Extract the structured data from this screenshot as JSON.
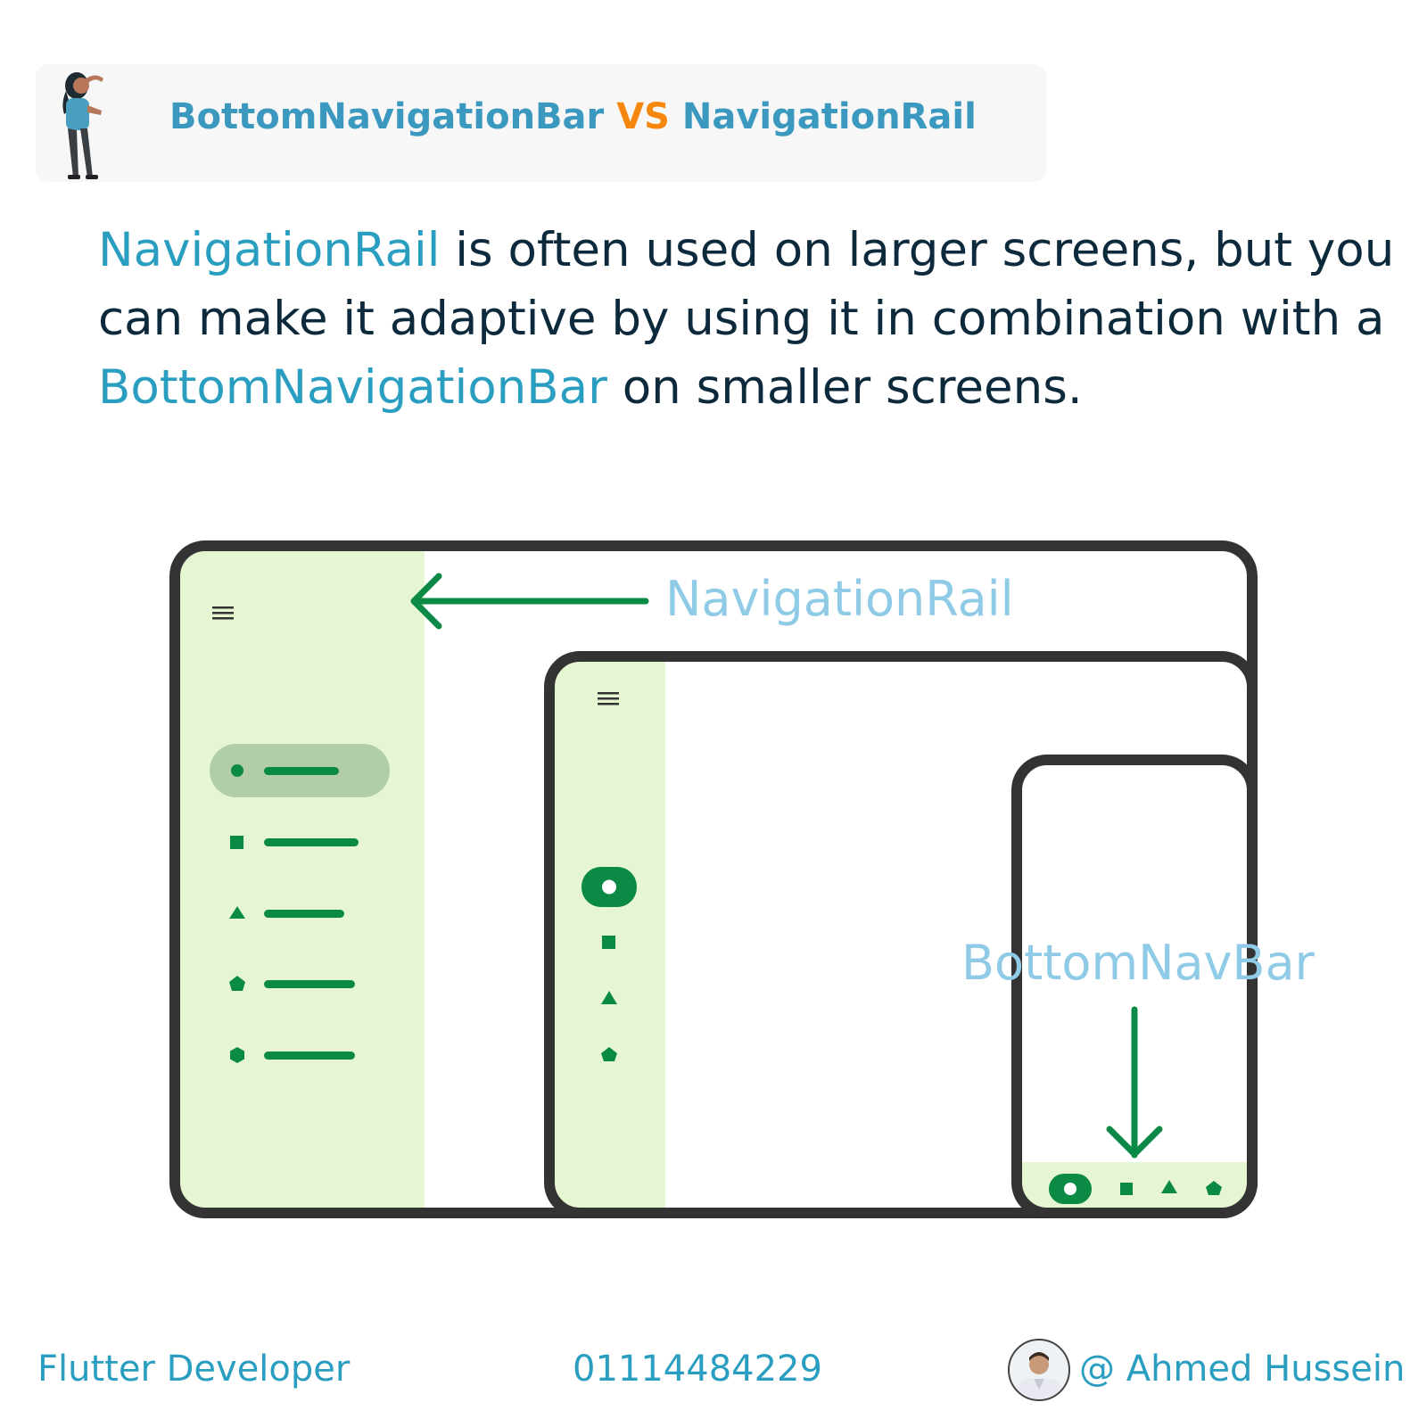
{
  "header": {
    "title_left": "BottomNavigationBar",
    "title_vs": "VS",
    "title_right": "NavigationRail"
  },
  "intro": {
    "highlight_1": "NavigationRail",
    "text_1": " is often used on larger screens, but you can make it adaptive by using it in combination with a ",
    "highlight_2": "BottomNavigationBar",
    "text_2": " on smaller screens."
  },
  "diagram": {
    "label_rail": "NavigationRail",
    "label_bottom": "BottomNavBar"
  },
  "footer": {
    "role": "Flutter Developer",
    "phone": "01114484229",
    "author": "@ Ahmed Hussein"
  },
  "colors": {
    "accent_blue": "#2a9ec0",
    "accent_orange": "#f5870e",
    "label_blue": "#8fcbe6",
    "nav_green": "#0b8a45",
    "rail_bg": "#e6f6d3",
    "selected_pill": "#b1cea8",
    "frame": "#333333"
  }
}
